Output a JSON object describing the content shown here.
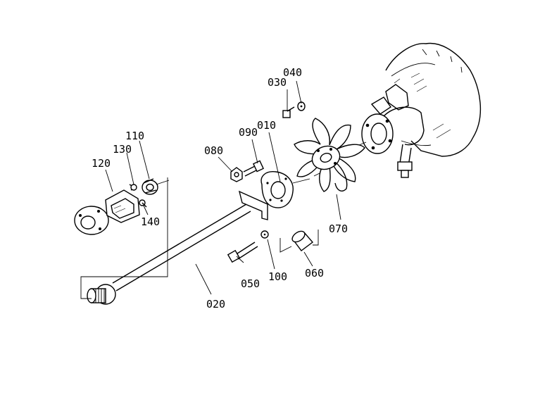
{
  "diagram": {
    "part_labels": {
      "p010": "010",
      "p020": "020",
      "p030": "030",
      "p040": "040",
      "p050": "050",
      "p060": "060",
      "p070": "070",
      "p080": "080",
      "p090": "090",
      "p100": "100",
      "p110": "110",
      "p120": "120",
      "p130": "130",
      "p140": "140"
    }
  }
}
